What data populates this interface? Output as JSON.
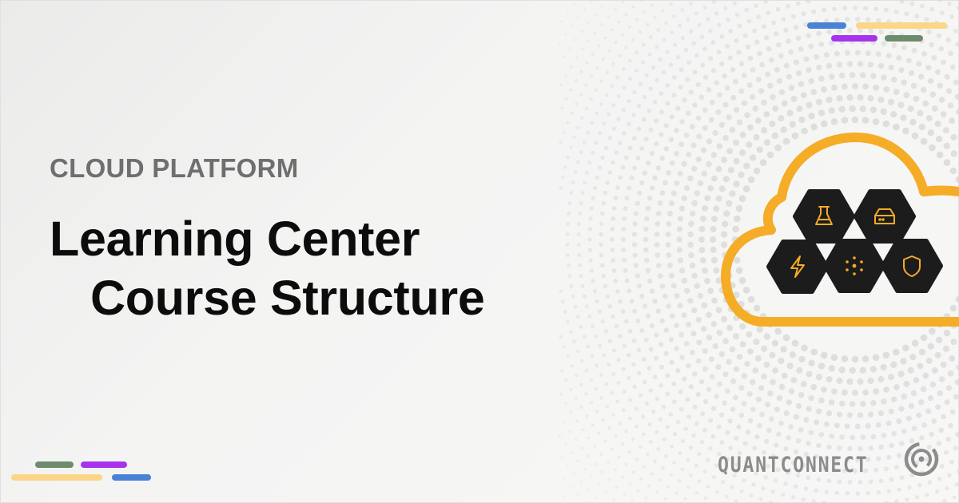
{
  "header": {
    "eyebrow": "CLOUD PLATFORM",
    "title_line1": "Learning Center",
    "title_line2": "Course Structure"
  },
  "brand": {
    "name": "QUANTCONNECT",
    "accent": "#f5ac26",
    "dark": "#1c1c1c",
    "bar_colors": {
      "blue": "#4a82d6",
      "yellow": "#fdd588",
      "purple": "#a534ec",
      "green": "#6e8b6d"
    }
  },
  "cloud": {
    "icons": [
      "flask-icon",
      "server-icon",
      "bolt-icon",
      "dots-cluster-icon",
      "shield-icon"
    ]
  }
}
